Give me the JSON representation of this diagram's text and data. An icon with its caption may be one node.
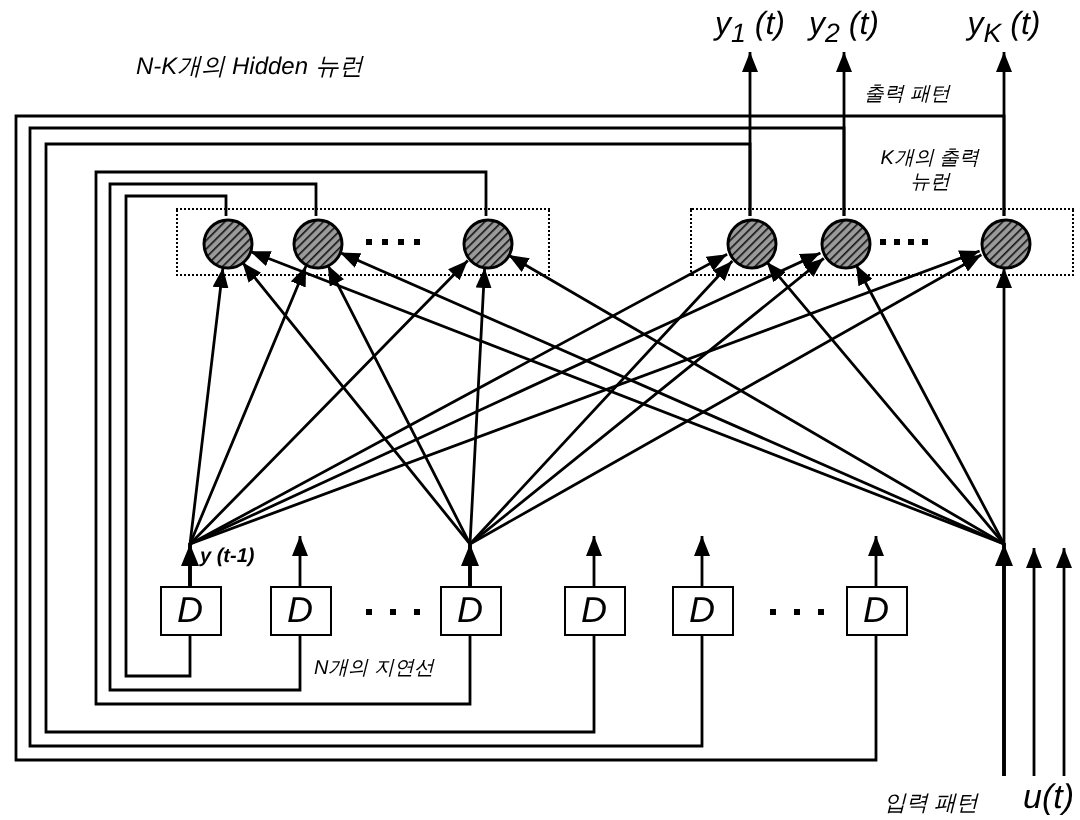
{
  "diagram": {
    "nodes": [
      {
        "text": [
          "y$_{1}$ (t)"
        ]
      },
      {
        "text": [
          "y$_{2}$ (t)"
        ]
      },
      {
        "text": [
          "y$_{K}$ (t)"
        ]
      },
      {
        "text": [],
        "shape": "box"
      },
      {
        "text": [],
        "shape": "circle",
        "in": 3
      },
      {
        "text": [],
        "shape": "circle",
        "in": 3
      },
      {
        "text": [],
        "shape": "circle",
        "in": 3
      },
      {
        "text": [
          "K개의 출력 뉴런"
        ]
      },
      {
        "text": [],
        "shape": "circle",
        "in": 7
      },
      {
        "text": [],
        "shape": "circle",
        "in": 7
      },
      {
        "text": [],
        "shape": "circle",
        "in": 7
      },
      {
        "text": [
          "D"
        ]
      },
      {
        "text": [
          "D"
        ]
      },
      {
        "text": [
          "D"
        ]
      },
      {
        "text": [
          "D"
        ]
      },
      {
        "text": [
          "D"
        ]
      },
      {
        "text": [
          "D"
        ]
      },
      {
        "text": [
          "입력 패턴",
          "u(t)"
        ]
      }
    ],
    "edges": [
      {
        "from": 8,
        "to": 0,
        "arrow": "to"
      },
      {
        "from": 9,
        "to": 1,
        "arrow": "to"
      },
      {
        "from": 10,
        "to": 2,
        "arrow": "to"
      },
      {
        "from": 4,
        "to": 11,
        "arrow": "none"
      },
      {
        "from": 5,
        "to": 12,
        "arrow": "none"
      },
      {
        "from": 6,
        "to": 13,
        "arrow": "none"
      },
      {
        "from": 8,
        "to": 14,
        "arrow": "none"
      },
      {
        "from": 9,
        "to": 15,
        "arrow": "none"
      },
      {
        "from": 10,
        "to": 16,
        "arrow": "none"
      },
      {
        "from": 11,
        "to": 4,
        "arrow": "to"
      },
      {
        "from": 11,
        "to": 5,
        "arrow": "to"
      },
      {
        "from": 11,
        "to": 6,
        "arrow": "to"
      },
      {
        "from": 11,
        "to": 8,
        "arrow": "to"
      },
      {
        "from": 11,
        "to": 9,
        "arrow": "to"
      },
      {
        "from": 11,
        "to": 10,
        "arrow": "to"
      },
      {
        "from": 13,
        "to": 4,
        "arrow": "to"
      },
      {
        "from": 13,
        "to": 5,
        "arrow": "to"
      },
      {
        "from": 13,
        "to": 6,
        "arrow": "to"
      },
      {
        "from": 13,
        "to": 8,
        "arrow": "to"
      },
      {
        "from": 13,
        "to": 9,
        "arrow": "to"
      },
      {
        "from": 13,
        "to": 10,
        "arrow": "to"
      },
      {
        "from": 17,
        "to": 4,
        "arrow": "to"
      },
      {
        "from": 17,
        "to": 5,
        "arrow": "to"
      },
      {
        "from": 17,
        "to": 6,
        "arrow": "to"
      },
      {
        "from": 17,
        "to": 8,
        "arrow": "to"
      },
      {
        "from": 17,
        "to": 9,
        "arrow": "to"
      },
      {
        "from": 17,
        "to": 10,
        "arrow": "to"
      },
      {
        "from": 12,
        "to": null,
        "arrow": "to"
      },
      {
        "from": 14,
        "to": null,
        "arrow": "to"
      },
      {
        "from": 15,
        "to": null,
        "arrow": "to"
      },
      {
        "from": 16,
        "to": null,
        "arrow": "to"
      },
      {
        "from": 17,
        "to": null,
        "arrow": "to"
      },
      {
        "from": 17,
        "to": null,
        "arrow": "to"
      }
    ],
    "labels": [
      "N-K개의 Hidden 뉴런",
      "출력 패턴",
      "y (t-1)",
      "N개의 지연선"
    ]
  }
}
